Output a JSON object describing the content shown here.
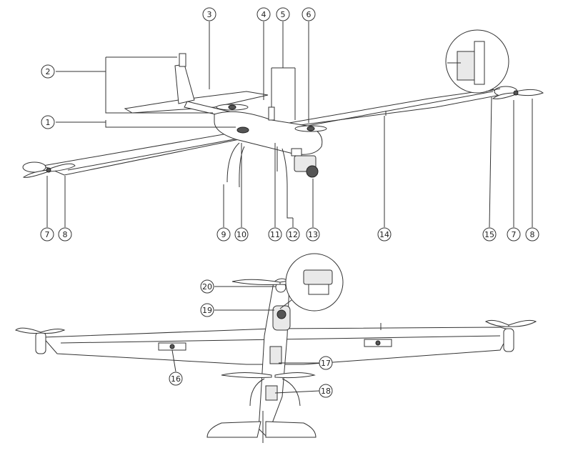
{
  "callouts": [
    {
      "id": "c1",
      "label": "1"
    },
    {
      "id": "c2",
      "label": "2"
    },
    {
      "id": "c3",
      "label": "3"
    },
    {
      "id": "c4",
      "label": "4"
    },
    {
      "id": "c5",
      "label": "5"
    },
    {
      "id": "c6",
      "label": "6"
    },
    {
      "id": "c7a",
      "label": "7"
    },
    {
      "id": "c8a",
      "label": "8"
    },
    {
      "id": "c9",
      "label": "9"
    },
    {
      "id": "c10",
      "label": "10"
    },
    {
      "id": "c11",
      "label": "11"
    },
    {
      "id": "c12",
      "label": "12"
    },
    {
      "id": "c13",
      "label": "13"
    },
    {
      "id": "c14",
      "label": "14"
    },
    {
      "id": "c15",
      "label": "15"
    },
    {
      "id": "c7b",
      "label": "7"
    },
    {
      "id": "c8b",
      "label": "8"
    },
    {
      "id": "c16",
      "label": "16"
    },
    {
      "id": "c17",
      "label": "17"
    },
    {
      "id": "c18",
      "label": "18"
    },
    {
      "id": "c19",
      "label": "19"
    },
    {
      "id": "c20",
      "label": "20"
    }
  ]
}
